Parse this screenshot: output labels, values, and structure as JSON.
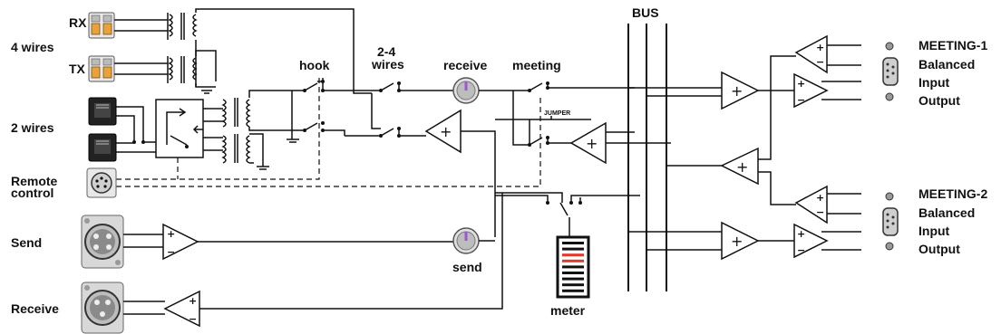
{
  "labels": {
    "rx": "RX",
    "tx": "TX",
    "four_wires": "4 wires",
    "two_wires": "2 wires",
    "remote_control_line1": "Remote",
    "remote_control_line2": "control",
    "send": "Send",
    "receive": "Receive",
    "hook": "hook",
    "two_four_wires_line1": "2-4",
    "two_four_wires_line2": "wires",
    "receive_knob": "receive",
    "meeting": "meeting",
    "jumper": "JUMPER",
    "send_knob": "send",
    "meter": "meter",
    "bus": "BUS",
    "meeting1_title": "MEETING-1",
    "meeting1_line2": "Balanced",
    "meeting1_line3": "Input",
    "meeting1_line4": "Output",
    "meeting2_title": "MEETING-2",
    "meeting2_line2": "Balanced",
    "meeting2_line3": "Input",
    "meeting2_line4": "Output"
  },
  "colors": {
    "wire": "#111111",
    "knob_accent": "#9b59d0",
    "meter_red": "#e03a2a",
    "connector_orange": "#e8a23a"
  },
  "icons": {
    "terminal": "terminal-block-icon",
    "rj_jack": "rj-jack-icon",
    "din": "din-connector-icon",
    "xlr": "xlr-connector-icon",
    "db9": "db9-connector-icon"
  }
}
